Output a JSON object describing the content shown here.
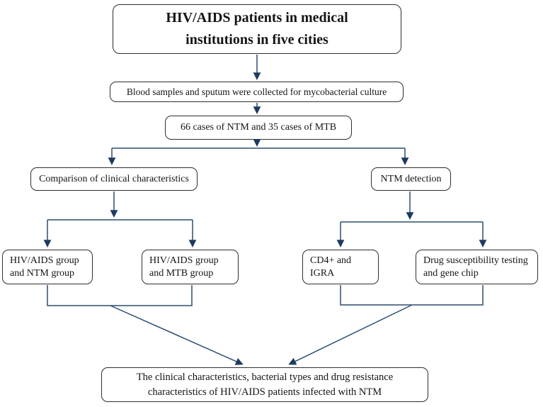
{
  "flowchart": {
    "nodes": {
      "title": {
        "lines": [
          "HIV/AIDS patients in medical",
          "institutions in five cities"
        ]
      },
      "collection": {
        "lines": [
          "Blood samples and sputum were collected for mycobacterial culture"
        ]
      },
      "cases": {
        "lines": [
          "66 cases of NTM and 35 cases of MTB"
        ]
      },
      "comparison": {
        "lines": [
          "Comparison of clinical characteristics"
        ]
      },
      "ntm_detection": {
        "lines": [
          "NTM detection"
        ]
      },
      "ntm_group": {
        "lines": [
          "HIV/AIDS group",
          "and NTM group"
        ]
      },
      "mtb_group": {
        "lines": [
          "HIV/AIDS group",
          "and MTB group"
        ]
      },
      "cd4_igra": {
        "lines": [
          "CD4+ and",
          "IGRA"
        ]
      },
      "drug_testing": {
        "lines": [
          "Drug susceptibility testing",
          "and gene chip"
        ]
      },
      "outcome": {
        "lines": [
          "The clinical characteristics, bacterial types and drug resistance",
          "characteristics of HIV/AIDS patients infected with NTM"
        ]
      }
    },
    "colors": {
      "connector": "#2c4d71",
      "arrowhead": "#1f3a5f",
      "box_border": "#2e2e2e",
      "text": "#141414",
      "background": "#ffffff"
    }
  }
}
